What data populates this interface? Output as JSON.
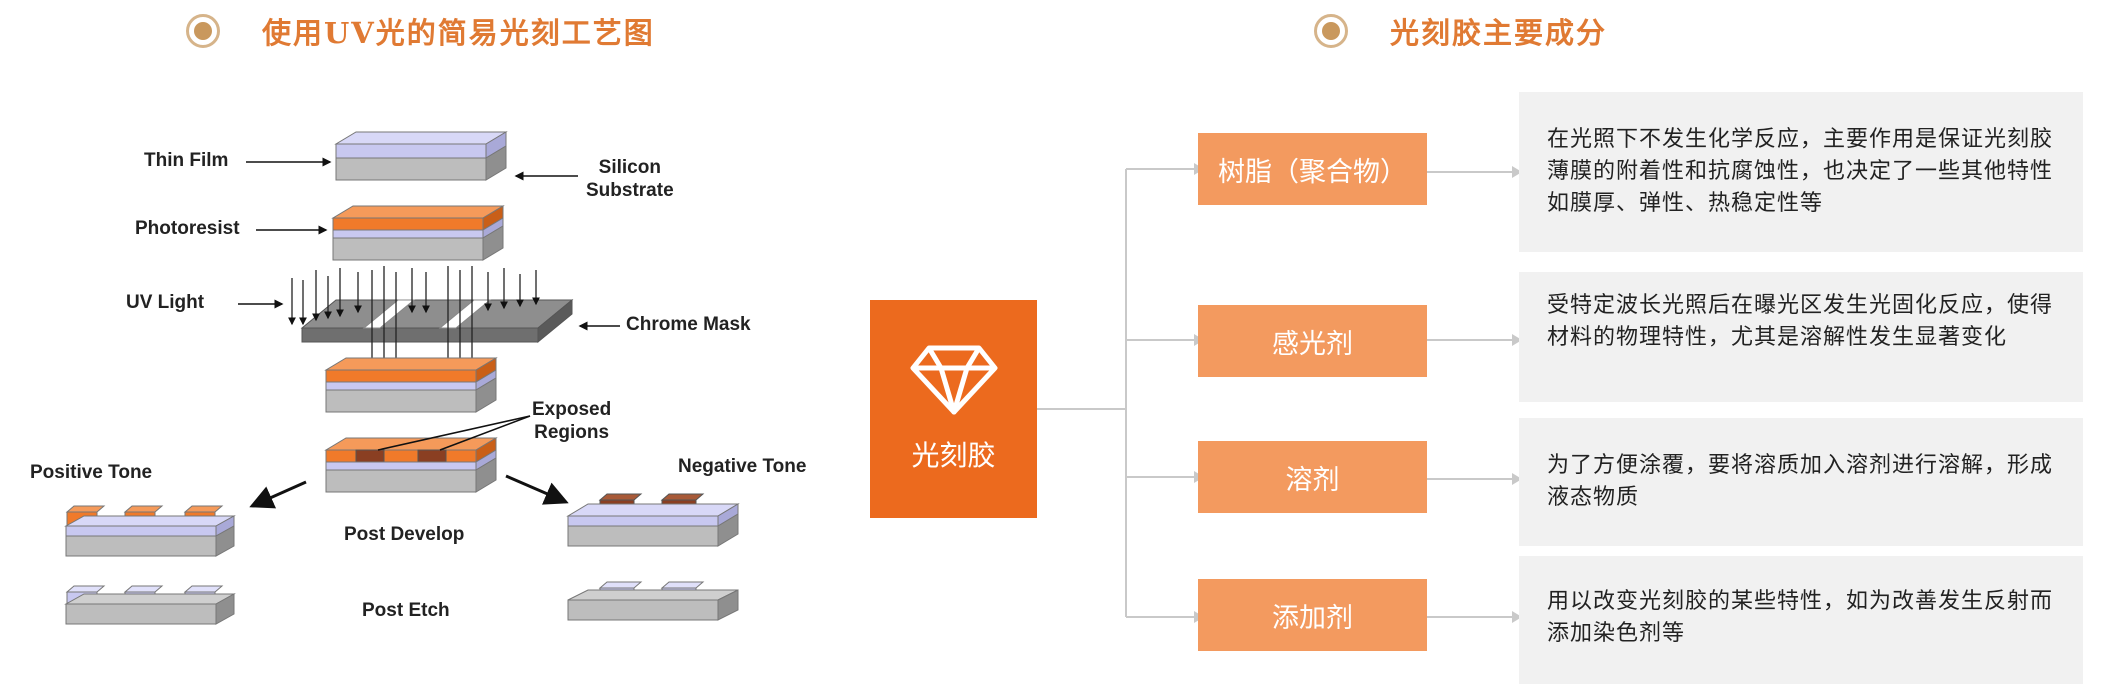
{
  "left_section": {
    "title": "使用UV光的简易光刻工艺图",
    "labels": {
      "thin_film": "Thin Film",
      "silicon_substrate": "Silicon\nSubstrate",
      "photoresist": "Photoresist",
      "uv_light": "UV Light",
      "chrome_mask": "Chrome Mask",
      "exposed_regions": "Exposed\nRegions",
      "positive_tone": "Positive Tone",
      "negative_tone": "Negative Tone",
      "post_develop": "Post Develop",
      "post_etch": "Post Etch"
    }
  },
  "right_section": {
    "title": "光刻胶主要成分",
    "center": {
      "label": "光刻胶",
      "icon": "diamond-icon"
    },
    "components": [
      {
        "name": "树脂（聚合物）",
        "description": "在光照下不发生化学反应，主要作用是保证光刻胶薄膜的附着性和抗腐蚀性，也决定了一些其他特性如膜厚、弹性、热稳定性等"
      },
      {
        "name": "感光剂",
        "description": "受特定波长光照后在曝光区发生光固化反应，使得材料的物理特性，尤其是溶解性发生显著变化"
      },
      {
        "name": "溶剂",
        "description": "为了方便涂覆，要将溶质加入溶剂进行溶解，形成液态物质"
      },
      {
        "name": "添加剂",
        "description": "用以改变光刻胶的某些特性，如为改善发生反射而添加染色剂等"
      }
    ]
  },
  "colors": {
    "title": "#e07a33",
    "center_box": "#ec6a1e",
    "component_box": "#f39a5f",
    "description_bg": "#f1f1f1",
    "photoresist": "#f07a2a",
    "thin_film": "#c8c8f0",
    "substrate": "#b9b9b9",
    "exposed": "#8a3f22"
  }
}
